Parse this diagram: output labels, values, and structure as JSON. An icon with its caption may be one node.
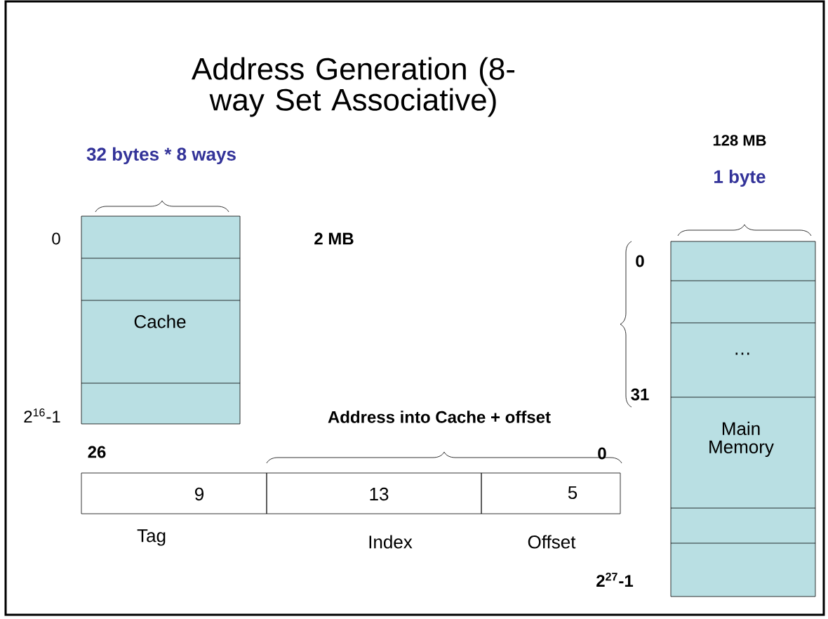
{
  "diagram": {
    "title": "Address Generation (8-way Set Associative)",
    "nodes": [
      {
        "text": [
          "Cache"
        ]
      },
      {
        "text": [
          "…",
          "Main Memory"
        ]
      },
      {
        "text": [
          "9"
        ],
        "beside": [
          "Tag"
        ]
      },
      {
        "text": [
          "13"
        ],
        "beside": [
          "Index"
        ]
      },
      {
        "text": [
          "5"
        ],
        "beside": [
          "Offset"
        ]
      }
    ],
    "labels": [
      "32 bytes * 8 ways",
      "128 MB",
      "1 byte",
      "0",
      "2 MB",
      "0",
      "2$^{16}$-1",
      "31",
      "Address into Cache + offset",
      "26",
      "0",
      "2$^{27}$-1"
    ]
  }
}
